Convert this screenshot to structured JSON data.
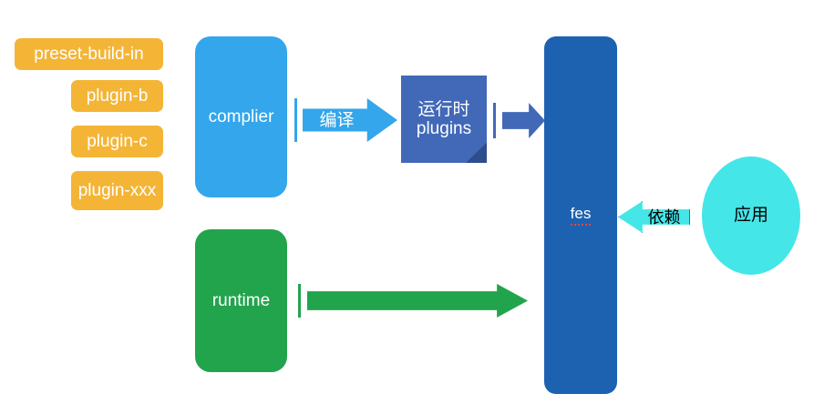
{
  "diagram": {
    "title": "fes architecture diagram",
    "plugins": [
      {
        "label": "preset-build-in"
      },
      {
        "label": "plugin-b"
      },
      {
        "label": "plugin-c"
      },
      {
        "label": "plugin-xxx"
      }
    ],
    "nodes": {
      "complier": "complier",
      "runtime": "runtime",
      "runtime_plugins_line1": "运行时",
      "runtime_plugins_line2": "plugins",
      "fes": "fes",
      "app": "应用"
    },
    "arrows": {
      "compile": "编译",
      "depend": "依赖",
      "to_fes": "",
      "runtime_to_fes": ""
    },
    "colors": {
      "orange": "#F4B536",
      "light_blue": "#33A6EC",
      "green": "#22A44C",
      "medium_blue": "#4269B8",
      "fold_blue": "#2E4D8C",
      "fes_blue": "#1D62B0",
      "cyan": "#44E6E8",
      "spellcheck_red": "#E8453C",
      "background": "#FFFFFF"
    }
  }
}
